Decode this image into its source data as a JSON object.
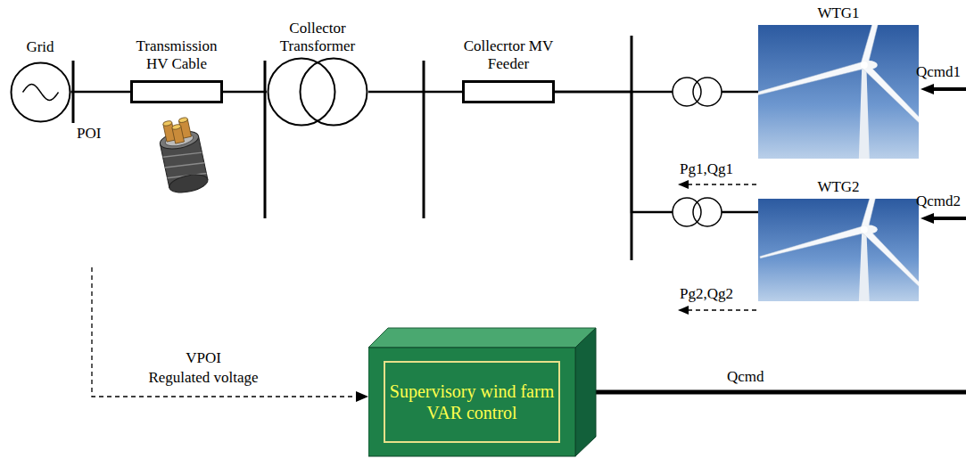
{
  "diagram": {
    "nodes": [
      {
        "text": [
          "Grid"
        ]
      },
      {
        "text": [
          "Transmission HV Cable"
        ]
      },
      {
        "text": [
          "Collector Transformer"
        ]
      },
      {
        "text": [
          "Collecrtor MV Feeder"
        ]
      },
      {
        "text": [
          "WTG1"
        ]
      },
      {
        "text": [
          "WTG2"
        ]
      },
      {
        "text": [
          "Supervisory wind farm VAR control"
        ]
      }
    ],
    "edges": [
      {
        "from": 0,
        "to": 1,
        "arrow": "none"
      },
      {
        "from": 1,
        "to": 2,
        "arrow": "none"
      },
      {
        "from": 2,
        "to": 3,
        "arrow": "none"
      },
      {
        "from": 3,
        "to": 4,
        "arrow": "none"
      },
      {
        "from": 3,
        "to": 5,
        "arrow": "none"
      }
    ],
    "labels": [
      "POI",
      "Pg1,Qg1",
      "Qcmd1",
      "Pg2,Qg2",
      "Qcmd2",
      "VPOI",
      "Regulated voltage",
      "Qcmd"
    ]
  }
}
